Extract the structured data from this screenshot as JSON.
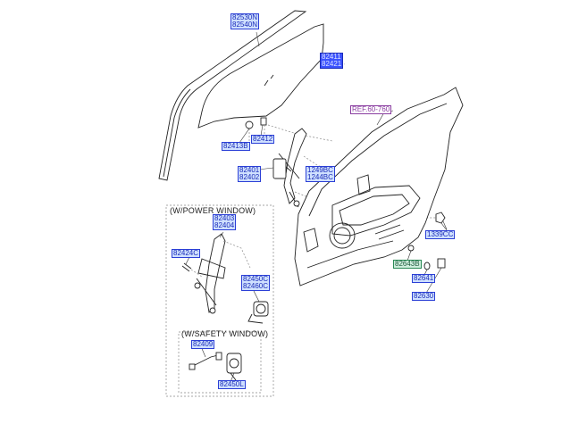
{
  "labels": {
    "front_glass_channel": [
      "82530N",
      "82540N"
    ],
    "door_glass": [
      "82411",
      "82421"
    ],
    "glass_bolt": "82413B",
    "glass_fastener": "82412",
    "regulator_manual": [
      "82401",
      "82402"
    ],
    "regulator_bolt": [
      "1249BC",
      "1244BC"
    ],
    "ref_door_panel": "REF.60-760",
    "door_nut": "1339CC",
    "hinge_grommet": "82643B",
    "door_check": "82641",
    "door_plug": "82630",
    "power_regulator": [
      "82403",
      "82404"
    ],
    "power_bolt": "82424C",
    "motor": [
      "82450C",
      "82460C"
    ],
    "safety_module": "82409",
    "safety_motor": "82450L"
  },
  "headings": {
    "power_window": "(W/POWER WINDOW)",
    "safety_window": "(W/SAFETY WINDOW)"
  },
  "colors": {
    "label_fill": "#cfe0ff",
    "label_border": "#2b3fd6",
    "label_text": "#1a2bb8",
    "green_label_fill": "#cfeedd",
    "ref_label_color": "#8a3da0",
    "highlight_fill": "#3b52ff"
  }
}
